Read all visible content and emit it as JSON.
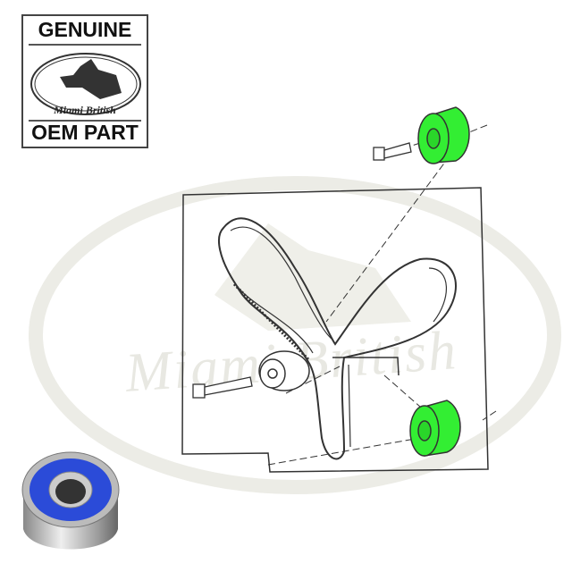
{
  "badge": {
    "top_text": "GENUINE",
    "brand": "Miami British",
    "bottom_text": "OEM PART"
  },
  "watermark": {
    "text": "Miami British"
  },
  "colors": {
    "idler_highlight": "#33ee33",
    "bearing_seal": "#2b4bd8",
    "line_art": "#333333"
  },
  "diagram": {
    "parts": [
      "idler-pulley-upper",
      "idler-pulley-lower",
      "tensioner-pulley",
      "bolt-upper",
      "bolt-lower",
      "timing-belt"
    ]
  }
}
